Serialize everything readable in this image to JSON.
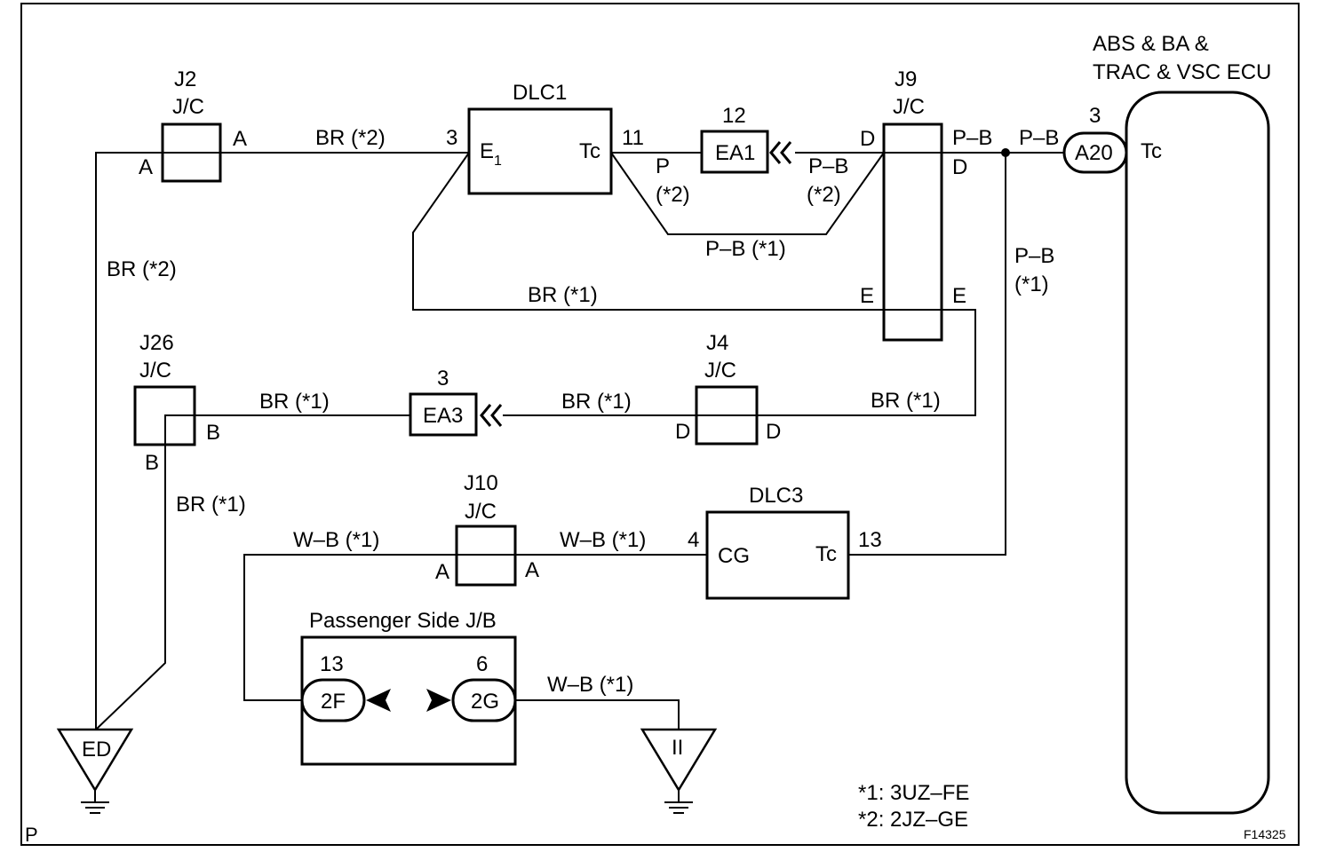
{
  "ecu": {
    "title_line1": "ABS & BA &",
    "title_line2": "TRAC & VSC ECU",
    "terminal": "Tc"
  },
  "connectors": {
    "j2": {
      "name": "J2",
      "type": "J/C",
      "pin_right": "A",
      "pin_left": "A"
    },
    "dlc1": {
      "name": "DLC1",
      "pin_e1": "E",
      "pin_e1_sub": "1",
      "pin_tc": "Tc",
      "num_left": "3",
      "num_right": "11"
    },
    "ea1": {
      "name": "EA1",
      "num": "12"
    },
    "j9": {
      "name": "J9",
      "type": "J/C",
      "d_left": "D",
      "d_right": "D",
      "e_left": "E",
      "e_right": "E"
    },
    "a20": {
      "name": "A20",
      "num": "3"
    },
    "j26": {
      "name": "J26",
      "type": "J/C",
      "pin_right": "B",
      "pin_bottom": "B"
    },
    "ea3": {
      "name": "EA3",
      "num": "3"
    },
    "j4": {
      "name": "J4",
      "type": "J/C",
      "pin_left": "D",
      "pin_right": "D"
    },
    "j10": {
      "name": "J10",
      "type": "J/C",
      "pin_left": "A",
      "pin_right": "A"
    },
    "dlc3": {
      "name": "DLC3",
      "pin_cg": "CG",
      "pin_tc": "Tc",
      "num_left": "4",
      "num_right": "13"
    },
    "jb": {
      "name": "Passenger Side J/B",
      "c2f": "2F",
      "c2g": "2G",
      "num_2f": "13",
      "num_2g": "6"
    }
  },
  "grounds": {
    "ed": "ED",
    "ii": "II"
  },
  "wires": {
    "br2_top": "BR (*2)",
    "p": "P",
    "star2_p": "(*2)",
    "pb_right": "P–B",
    "star2_pb": "(*2)",
    "pb1_mid": "P–B (*1)",
    "pb_j9": "P–B",
    "pb_ecu": "P–B",
    "br2_left": "BR (*2)",
    "br1_mid": "BR (*1)",
    "pb_vert": "P–B",
    "star1_vert": "(*1)",
    "br1_j26": "BR (*1)",
    "br1_j4": "BR (*1)",
    "br1_right": "BR (*1)",
    "br1_down": "BR (*1)",
    "wb1_left": "W–B (*1)",
    "wb1_dlc3": "W–B (*1)",
    "wb1_ground": "W–B (*1)"
  },
  "legend": {
    "note1": "*1: 3UZ–FE",
    "note2": "*2: 2JZ–GE"
  },
  "corner": {
    "left": "P",
    "right": "F14325"
  }
}
